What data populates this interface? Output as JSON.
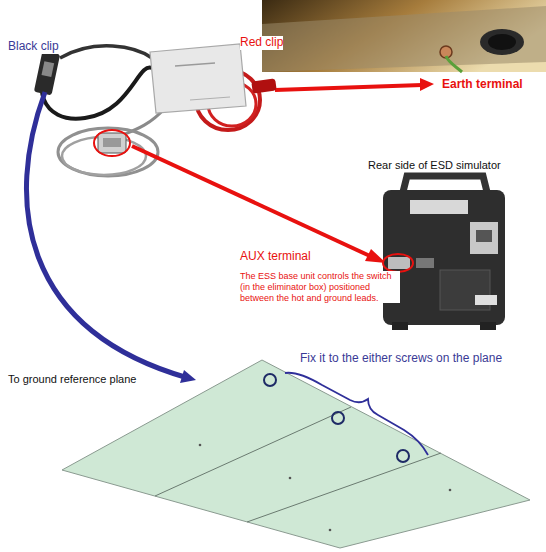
{
  "diagram": {
    "labels": [
      "Black clip",
      "Red clip",
      "Earth terminal",
      "Rear side of ESD simulator",
      "AUX terminal",
      "The ESS base unit controls the switch (in the eliminator box) positioned between the hot and ground leads.",
      "To ground reference plane",
      "Fix it to the either screws on the plane"
    ]
  }
}
